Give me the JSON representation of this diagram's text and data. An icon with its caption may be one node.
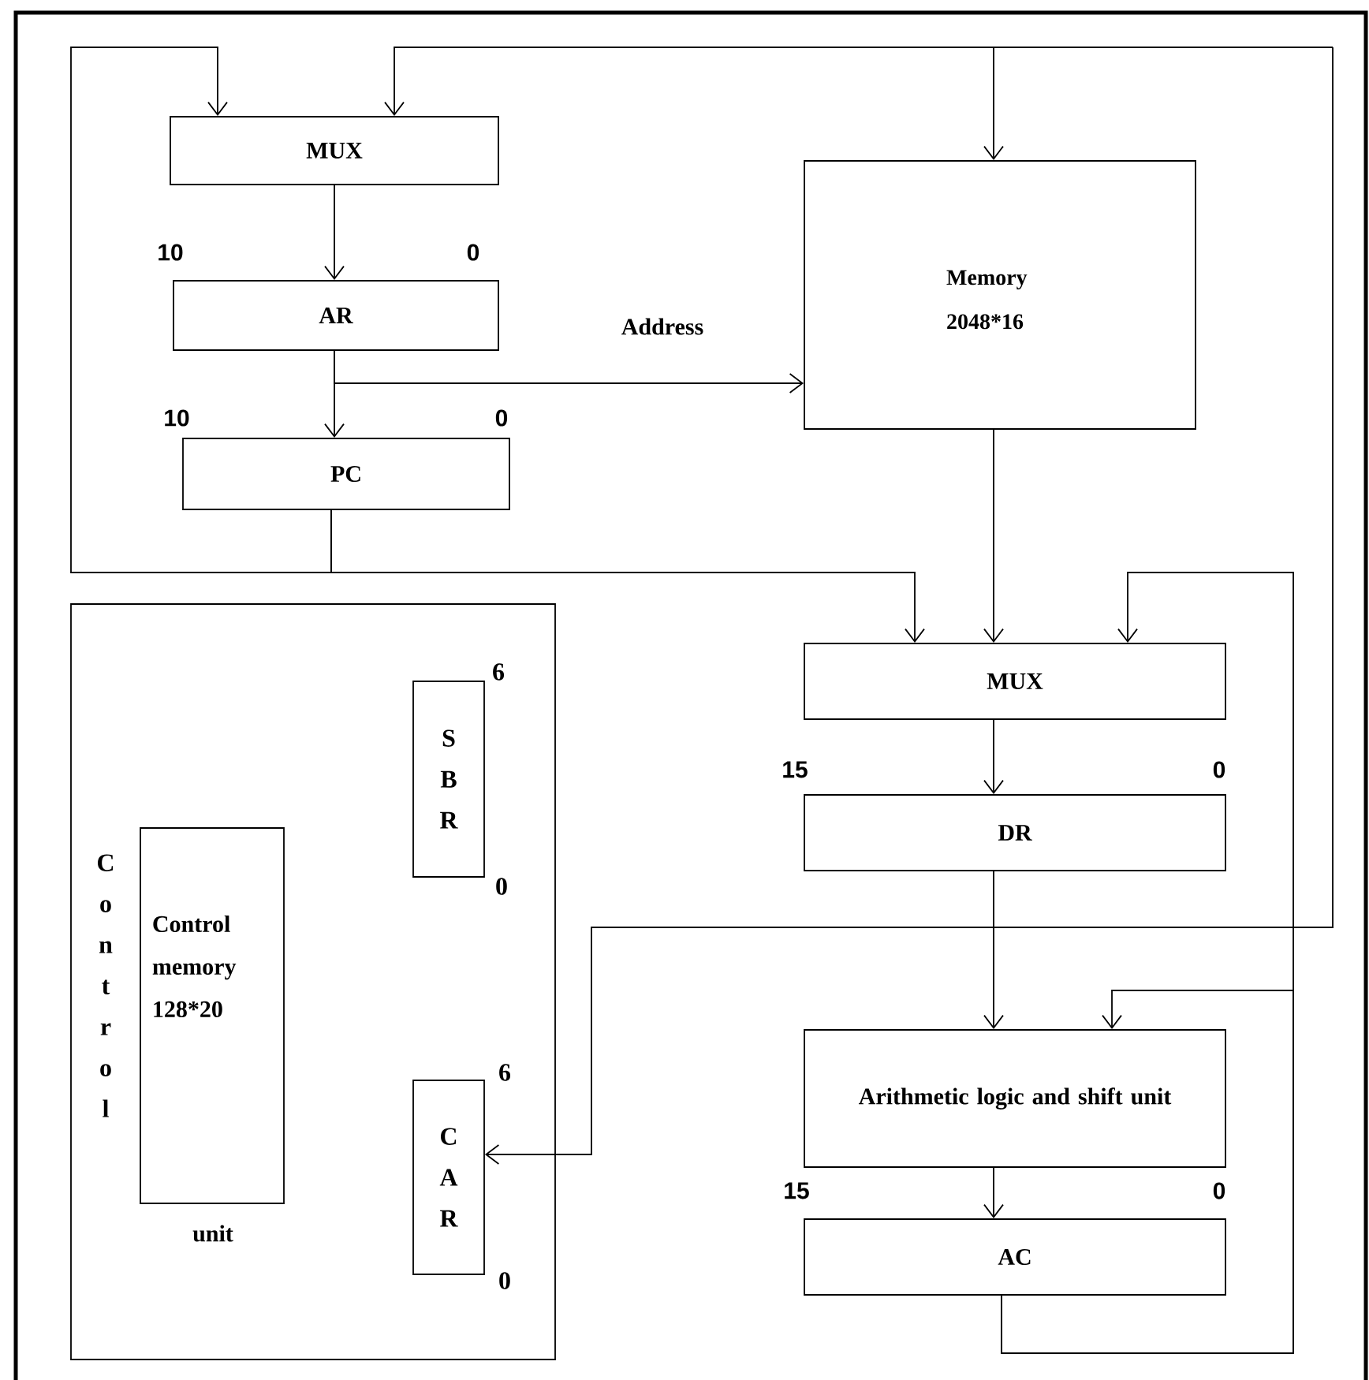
{
  "diagram": {
    "nodes": [
      {
        "text": [
          "MUX"
        ]
      },
      {
        "text": [
          "AR"
        ],
        "beside": [
          "10",
          "0"
        ]
      },
      {
        "text": [
          "PC"
        ],
        "beside": [
          "10",
          "0"
        ]
      },
      {
        "text": [
          "Memory 2048*16"
        ]
      },
      {
        "text": [
          "Control",
          "unit"
        ]
      },
      {
        "text": [
          "SBR"
        ],
        "in": 4,
        "beside": [
          "6",
          "0"
        ]
      },
      {
        "text": [
          "Control memory 128*20"
        ],
        "in": 4
      },
      {
        "text": [
          "CAR"
        ],
        "in": 4,
        "beside": [
          "6",
          "0"
        ]
      },
      {
        "text": [
          "MUX"
        ]
      },
      {
        "text": [
          "DR"
        ],
        "beside": [
          "15",
          "0"
        ]
      },
      {
        "text": [
          "Arithmetic logic and shift unit"
        ]
      },
      {
        "text": [
          "AC"
        ],
        "beside": [
          "15",
          "0"
        ]
      }
    ],
    "edges": [
      {
        "from": 0,
        "to": 1,
        "arrow": "to"
      },
      {
        "from": 1,
        "to": 2,
        "arrow": "to"
      },
      {
        "from": 1,
        "to": 3,
        "arrow": "to",
        "label": "Address"
      },
      {
        "from": 2,
        "to": 0,
        "arrow": "to"
      },
      {
        "from": 2,
        "to": 8,
        "arrow": "to"
      },
      {
        "from": null,
        "to": 0,
        "arrow": "to"
      },
      {
        "from": null,
        "to": 3,
        "arrow": "to"
      },
      {
        "from": null,
        "to": 7,
        "arrow": "to"
      },
      {
        "from": 3,
        "to": 8,
        "arrow": "to"
      },
      {
        "from": 8,
        "to": 9,
        "arrow": "to"
      },
      {
        "from": 9,
        "to": 10,
        "arrow": "to"
      },
      {
        "from": 10,
        "to": 11,
        "arrow": "to"
      },
      {
        "from": 11,
        "to": 8,
        "arrow": "to"
      },
      {
        "from": 11,
        "to": 10,
        "arrow": "to"
      }
    ]
  }
}
